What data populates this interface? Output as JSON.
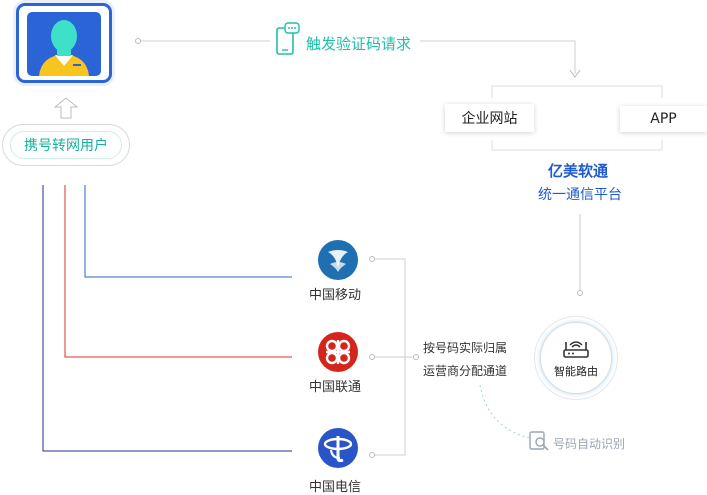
{
  "user": {
    "label": "携号转网用户",
    "icon": "user-avatar-icon"
  },
  "trigger": {
    "label": "触发验证码请求",
    "icon": "phone-message-icon"
  },
  "platform": {
    "website_label": "企业网站",
    "app_label": "APP",
    "brand_name": "亿美软通",
    "brand_subtitle": "统一通信平台"
  },
  "carriers": [
    {
      "name": "中国移动",
      "color": "#1f6fb2",
      "line_color": "#2468b8"
    },
    {
      "name": "中国联通",
      "color": "#d4241b",
      "line_color": "#d9312f"
    },
    {
      "name": "中国电信",
      "color": "#2a55c8",
      "line_color": "#2a2a9a"
    }
  ],
  "routing": {
    "note_line1": "按号码实际归属",
    "note_line2": "运营商分配通道",
    "router_label": "智能路由",
    "auto_identify_label": "号码自动识别",
    "auto_identify_icon": "search-document-icon"
  },
  "colors": {
    "accent_blue": "#1f5bcc",
    "accent_teal": "#20c0a8",
    "connector_gray": "#cfcfcf"
  }
}
